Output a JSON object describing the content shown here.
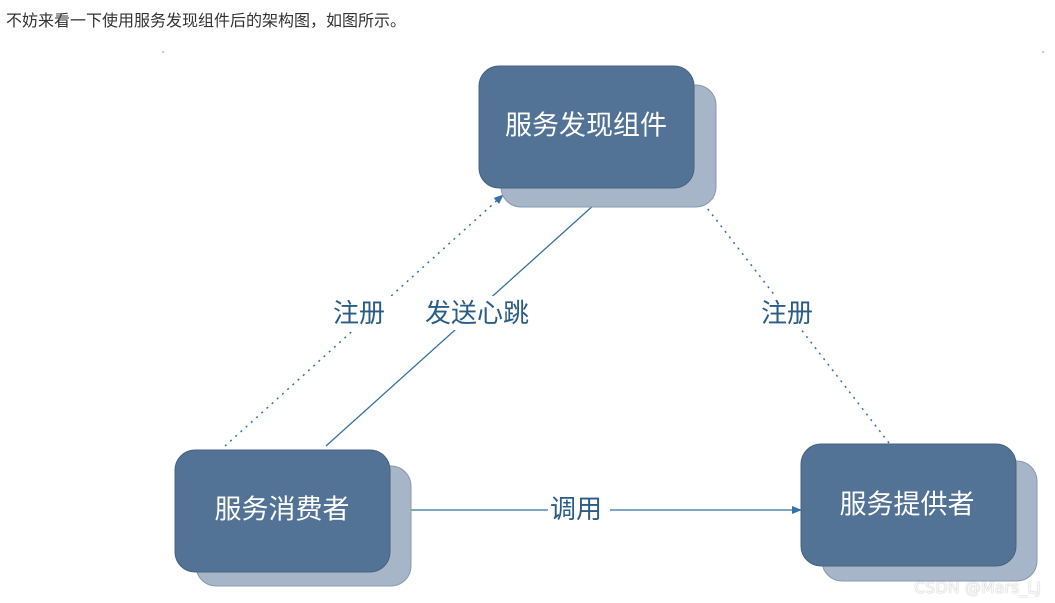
{
  "intro_text": "不妨来看一下使用服务发现组件后的架构图，如图所示。",
  "nodes": {
    "discovery": "服务发现组件",
    "consumer": "服务消费者",
    "provider": "服务提供者"
  },
  "edges": {
    "consumer_register": "注册",
    "consumer_heartbeat": "发送心跳",
    "provider_register": "注册",
    "consumer_call": "调用"
  },
  "watermark": "CSDN @Mars_LJ",
  "colors": {
    "node_fill": "#527296",
    "node_shadow": "#a6b6c8",
    "edge": "#3572a5",
    "edge_label": "#2a5c86"
  }
}
